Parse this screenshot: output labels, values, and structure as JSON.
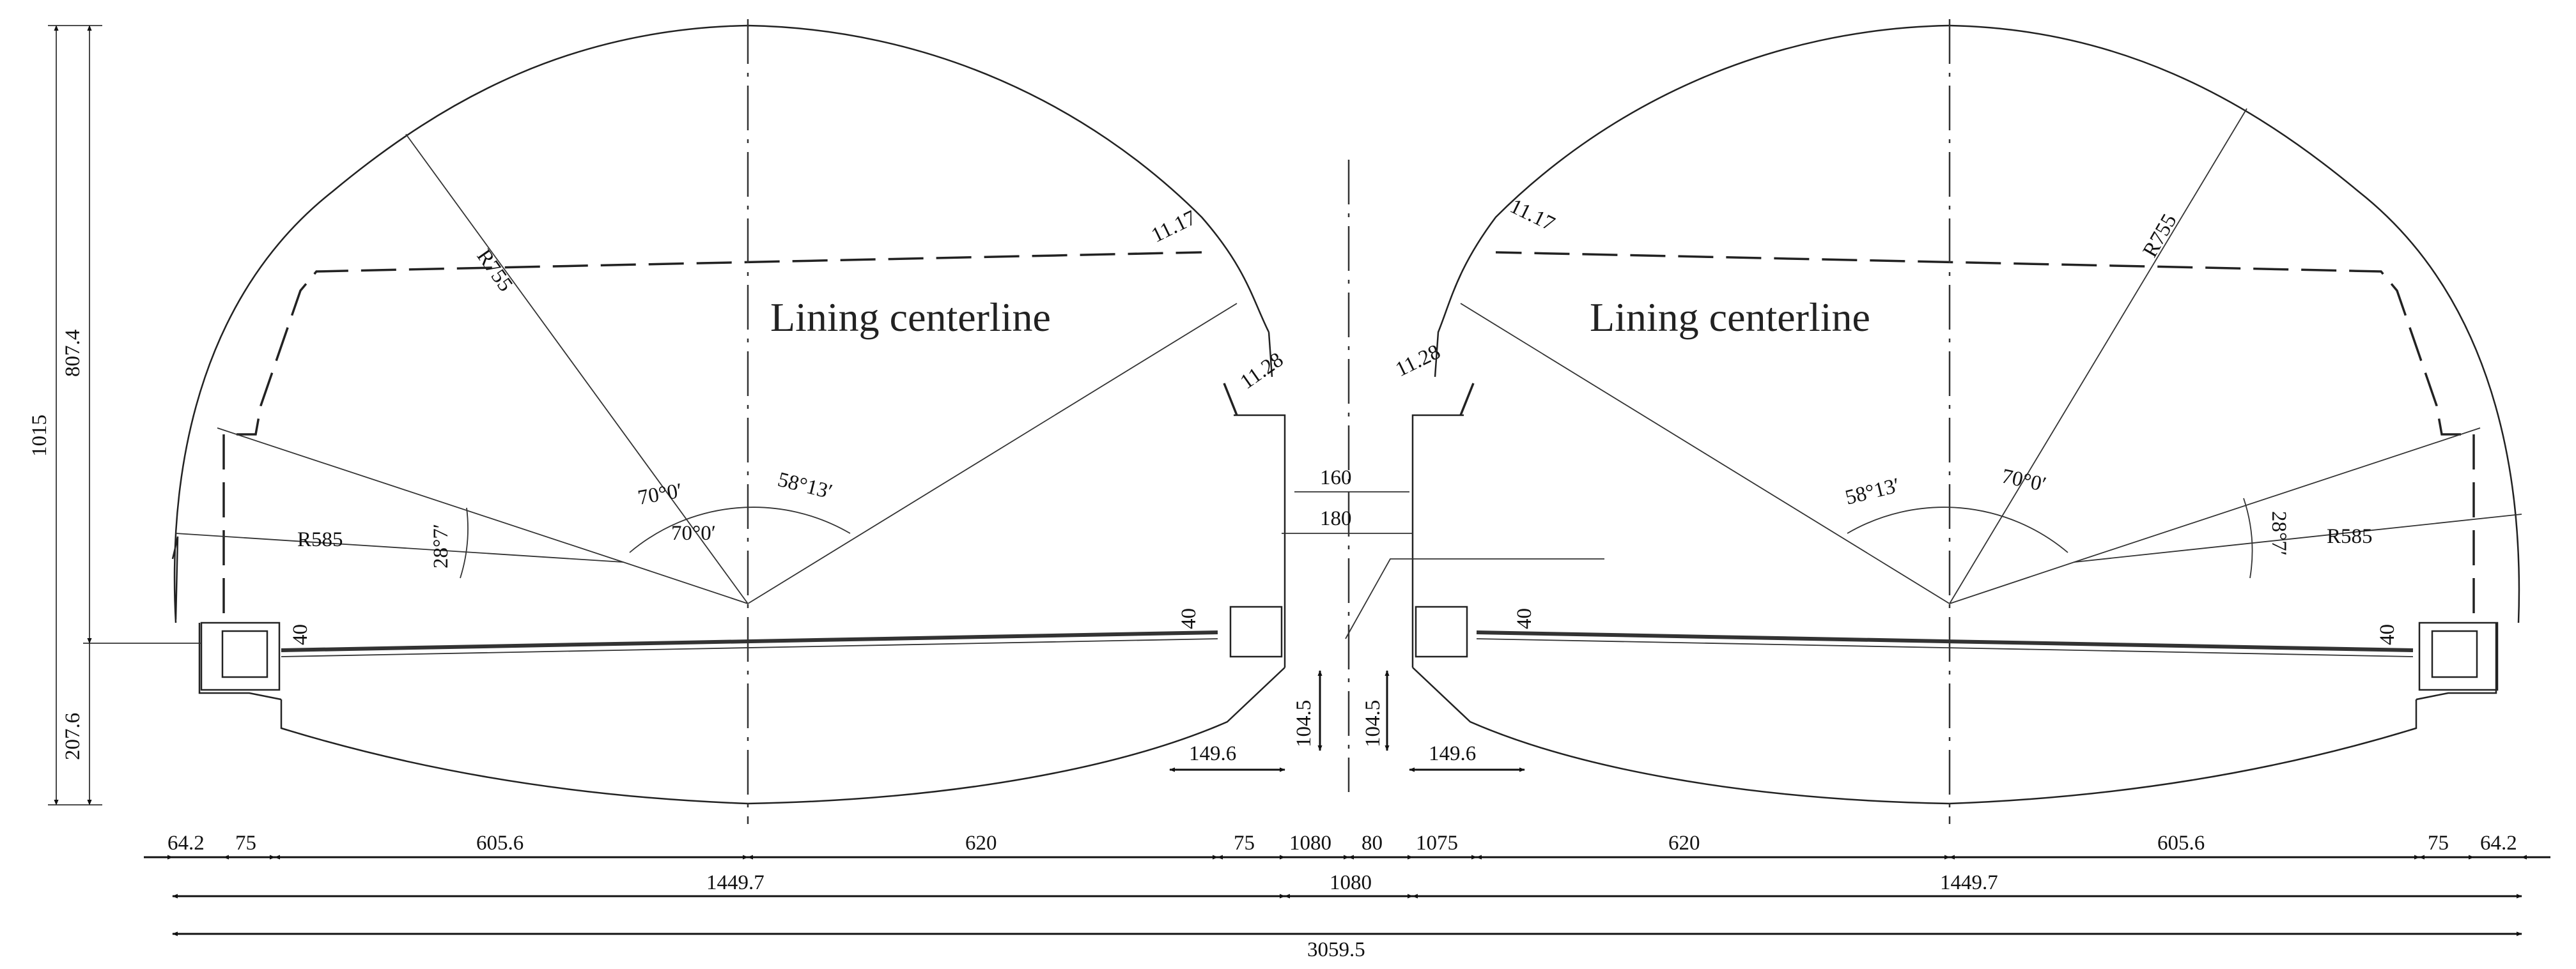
{
  "title_left": "Lining centerline",
  "title_right": "Lining centerline",
  "radii": {
    "upper": "R755",
    "lower": "R585"
  },
  "thickness": {
    "upper": "11.17",
    "lower": "11.28"
  },
  "angles": {
    "a70": "70°0′",
    "a58": "58°13′",
    "a28": "28°7′"
  },
  "offsets": {
    "d160": "160",
    "d180": "180",
    "d40": "40",
    "d104": "104.5",
    "d149": "149.6"
  },
  "heights": {
    "h1015": "1015",
    "h807": "807.4",
    "h207": "207.6"
  },
  "row1": [
    "64.2",
    "75",
    "605.6",
    "620",
    "75",
    "1080",
    "80",
    "1075",
    "620",
    "605.6",
    "75",
    "64.2"
  ],
  "row2": [
    "1449.7",
    "1080",
    "1449.7"
  ],
  "total": "3059.5"
}
